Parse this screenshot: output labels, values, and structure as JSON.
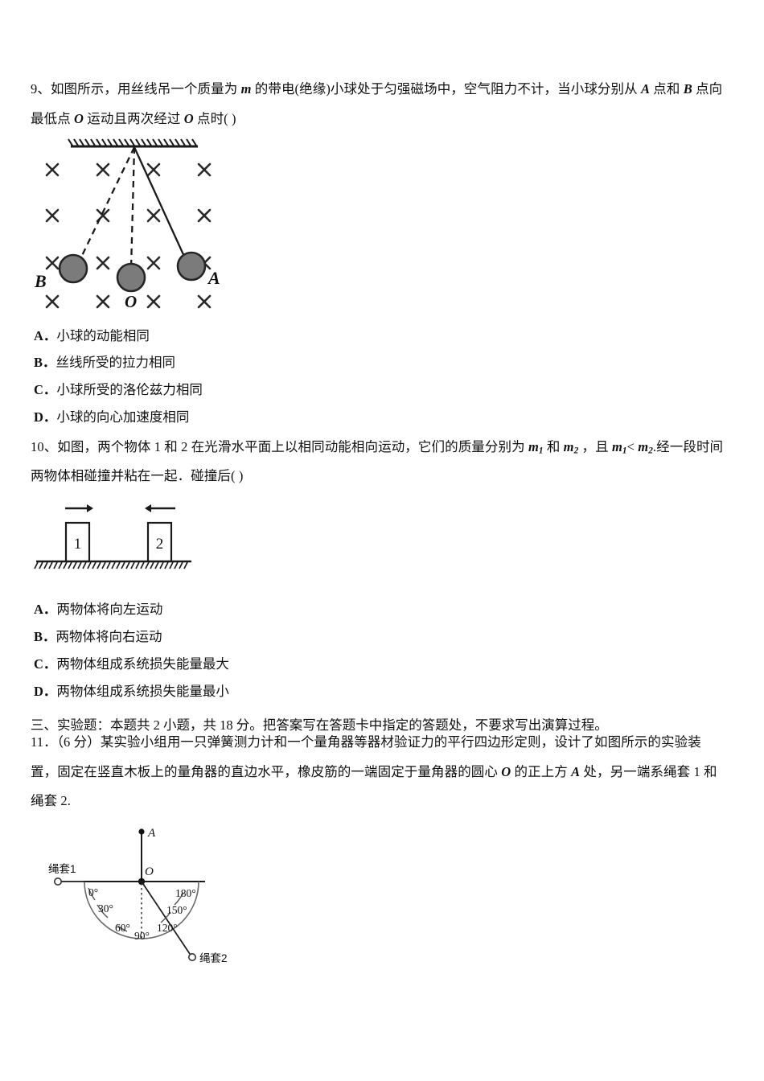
{
  "document": {
    "type": "physics-exam-paper",
    "language": "zh-CN"
  },
  "questions": [
    {
      "id": "q9",
      "number": "9、",
      "line1": "9、如图所示，用丝线吊一个质量为 m 的带电(绝缘)小球处于匀强磁场中，空气阻力不计，当小球分别从 A 点和 B 点向",
      "line2": "最低点 O 运动且两次经过 O 点时(    )",
      "line1_parts": [
        {
          "t": "9、如图所示，用丝线吊一个质量为 ",
          "s": "normal"
        },
        {
          "t": "m",
          "s": "bold-italic"
        },
        {
          "t": " 的带电(绝缘)小球处于匀强磁场中，空气阻力不计，当小球分别从 ",
          "s": "normal"
        },
        {
          "t": "A",
          "s": "bold-italic"
        },
        {
          "t": " 点和 ",
          "s": "normal"
        },
        {
          "t": "B",
          "s": "bold-italic"
        },
        {
          "t": " 点向",
          "s": "normal"
        }
      ],
      "line2_parts": [
        {
          "t": "最低点 ",
          "s": "normal"
        },
        {
          "t": "O",
          "s": "bold-italic"
        },
        {
          "t": " 运动且两次经过 ",
          "s": "normal"
        },
        {
          "t": "O",
          "s": "bold-italic"
        },
        {
          "t": " 点时(    )",
          "s": "normal"
        }
      ],
      "options": [
        {
          "label": "A．",
          "text": "小球的动能相同"
        },
        {
          "label": "B．",
          "text": "丝线所受的拉力相同"
        },
        {
          "label": "C．",
          "text": "小球所受的洛伦兹力相同"
        },
        {
          "label": "D．",
          "text": "小球的向心加速度相同"
        }
      ],
      "figure": {
        "name": "pendulum-magnetic-field-figure",
        "description": "带电小球在匀强磁场（指向纸内）中摆动",
        "ceiling_label": "hatched-ceiling",
        "field_symbol": "×",
        "field_cols": 4,
        "field_rows": 4,
        "ball_labels": [
          "B",
          "O",
          "A"
        ],
        "string_styles": [
          "dashed",
          "dashed",
          "solid"
        ],
        "ball_fill": "#7b7b7b",
        "ball_stroke": "#262626"
      }
    },
    {
      "id": "q10",
      "number": "10、",
      "line1_parts": [
        {
          "t": "10、如图，两个物体 1 和 2 在光滑水平面上以相同动能相向运动，它们的质量分别为 ",
          "s": "normal"
        },
        {
          "t": "m",
          "s": "bold-italic"
        },
        {
          "t": "1",
          "s": "sub"
        },
        {
          "t": " 和 ",
          "s": "normal"
        },
        {
          "t": "m",
          "s": "bold-italic"
        },
        {
          "t": "2",
          "s": "sub"
        },
        {
          "t": " ，且 ",
          "s": "normal"
        },
        {
          "t": "m",
          "s": "bold-italic"
        },
        {
          "t": "1",
          "s": "sub"
        },
        {
          "t": "< ",
          "s": "normal"
        },
        {
          "t": "m",
          "s": "bold-italic"
        },
        {
          "t": "2",
          "s": "sub"
        },
        {
          "t": ".经一段时间",
          "s": "normal"
        }
      ],
      "line2_parts": [
        {
          "t": "两物体相碰撞并粘在一起．碰撞后(        )",
          "s": "normal"
        }
      ],
      "options": [
        {
          "label": "A．",
          "text": "两物体将向左运动"
        },
        {
          "label": "B．",
          "text": "两物体将向右运动"
        },
        {
          "label": "C．",
          "text": "两物体组成系统损失能量最大"
        },
        {
          "label": "D．",
          "text": "两物体组成系统损失能量最小"
        }
      ],
      "figure": {
        "name": "two-blocks-collision-figure",
        "description": "两个物体在光滑水平面上相向运动",
        "block_labels": [
          "1",
          "2"
        ],
        "arrow_directions": [
          "right",
          "left"
        ],
        "ground": "hatched-ground"
      }
    },
    {
      "id": "q11",
      "number": "11．",
      "line1_parts": [
        {
          "t": "11．（6 分）某实验小组用一只弹簧测力计和一个量角器等器材验证力的平行四边形定则，设计了如图所示的实验装",
          "s": "normal"
        }
      ],
      "line2_parts": [
        {
          "t": "置，固定在竖直木板上的量角器的直边水平，橡皮筋的一端固定于量角器的圆心 ",
          "s": "normal"
        },
        {
          "t": "O",
          "s": "bold-italic"
        },
        {
          "t": " 的正上方 ",
          "s": "normal"
        },
        {
          "t": "A",
          "s": "bold-italic"
        },
        {
          "t": " 处，另一端系绳套 1 和",
          "s": "normal"
        }
      ],
      "line3_parts": [
        {
          "t": "绳套 2.",
          "s": "normal"
        }
      ],
      "figure": {
        "name": "protractor-rubber-band-figure",
        "description": "量角器与橡皮筋验证力的平行四边形定则",
        "point_labels": [
          "A",
          "O"
        ],
        "rope_labels": [
          "绳套1",
          "绳套2"
        ],
        "angle_ticks": [
          "0°",
          "30°",
          "60°",
          "90°",
          "120°",
          "150°",
          "180°"
        ]
      }
    }
  ],
  "section_header": {
    "text": "三、实验题：本题共 2 小题，共 18 分。把答案写在答题卡中指定的答题处，不要求写出演算过程。"
  },
  "colors": {
    "text": "#111111",
    "line": "#1a1a1a",
    "ball_fill": "#7b7b7b",
    "gray_line": "#6a6a6a",
    "background": "#ffffff"
  }
}
